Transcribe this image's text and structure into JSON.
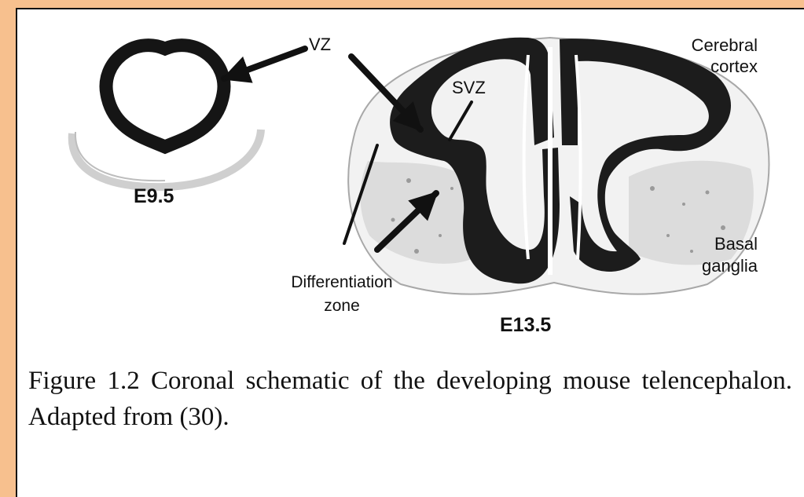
{
  "figure": {
    "stages": {
      "early": "E9.5",
      "late": "E13.5"
    },
    "labels": {
      "vz": "VZ",
      "svz": "SVZ",
      "cortex_line1": "Cerebral",
      "cortex_line2": "cortex",
      "basal_line1": "Basal",
      "basal_line2": "ganglia",
      "diff_line1": "Differentiation",
      "diff_line2": "zone"
    },
    "caption": "Figure 1.2 Coronal schematic of the developing mouse telencephalon. Adapted from (30).",
    "colors": {
      "background": "#f7c08e",
      "tissue_dark": "#1a1a1a",
      "tissue_light": "#cfcfcf"
    }
  }
}
